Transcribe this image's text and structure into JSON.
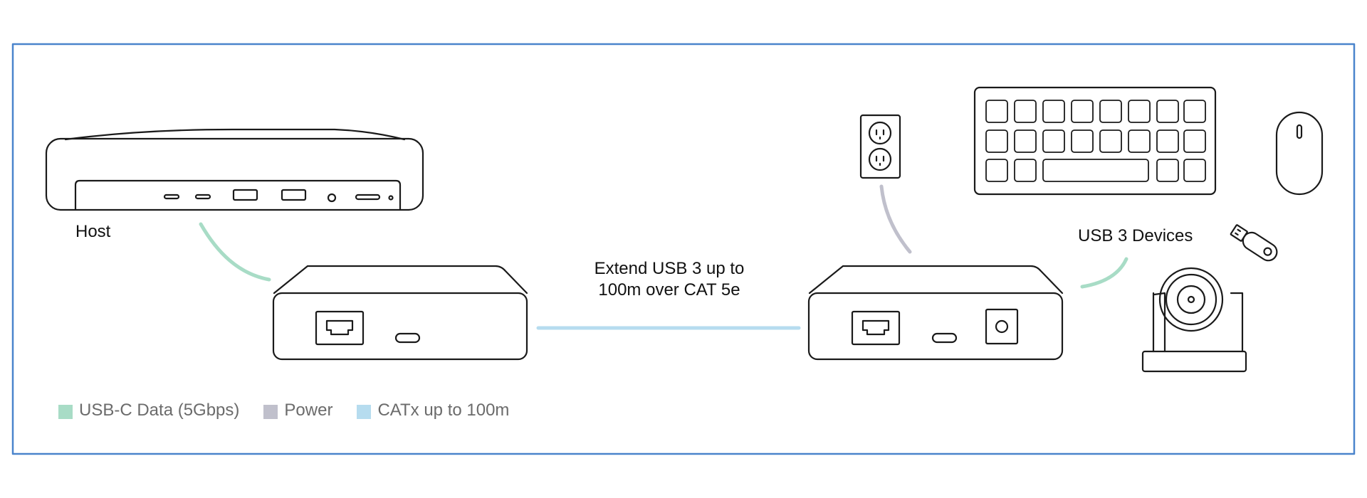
{
  "labels": {
    "host": "Host",
    "devices": "USB 3 Devices",
    "extend_line1": "Extend USB 3 up to",
    "extend_line2": "100m over CAT 5e"
  },
  "legend": [
    {
      "label": "USB-C Data (5Gbps)",
      "color": "#a8dcc6"
    },
    {
      "label": "Power",
      "color": "#c0c0cc"
    },
    {
      "label": "CATx up to 100m",
      "color": "#b6dcef"
    }
  ],
  "colors": {
    "frame": "#4a84cc",
    "usb_c_data": "#a8dcc6",
    "power": "#c0c0cc",
    "catx": "#b6dcef",
    "outline": "#1a1a1a"
  },
  "icons": [
    "host-computer-icon",
    "transmitter-icon",
    "receiver-icon",
    "wall-outlet-icon",
    "keyboard-icon",
    "mouse-icon",
    "usb-flash-drive-icon",
    "webcam-icon"
  ]
}
